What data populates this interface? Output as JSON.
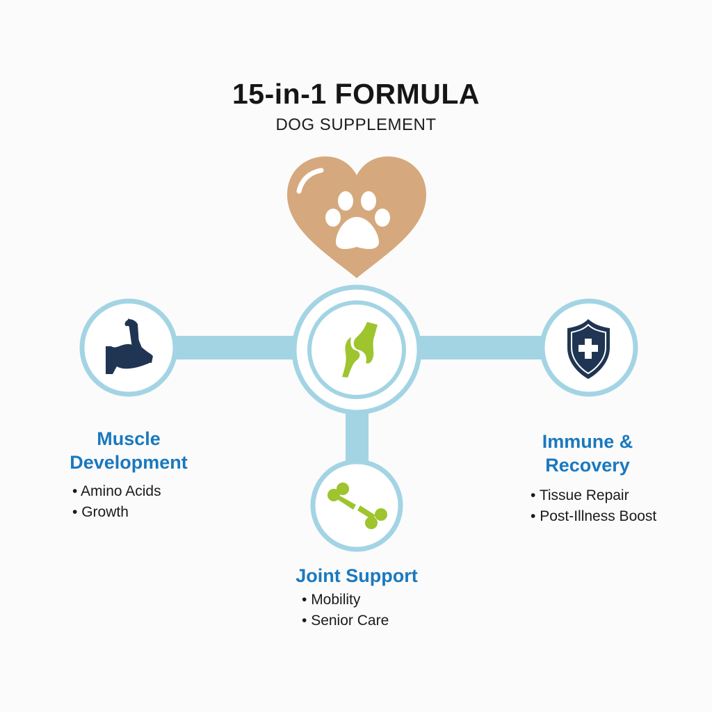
{
  "header": {
    "title": "15-in-1 FORMULA",
    "subtitle": "DOG SUPPLEMENT"
  },
  "colors": {
    "accent_blue": "#1a78bf",
    "ring": "#a3d4e4",
    "heart": "#d5a97d",
    "green": "#9ec42e",
    "navy": "#1f3553"
  },
  "center_icon": "heart-paw-icon",
  "hub_icon": "joint-icon",
  "sections": {
    "muscle": {
      "title_line1": "Muscle",
      "title_line2": "Development",
      "icon": "flexed-arm-icon",
      "bullets": [
        "Amino Acids",
        "Growth"
      ]
    },
    "immune": {
      "title_line1": "Immune &",
      "title_line2": "Recovery",
      "icon": "shield-cross-icon",
      "bullets": [
        "Tissue Repair",
        "Post-Illness Boost"
      ]
    },
    "joint": {
      "title": "Joint Support",
      "icon": "bone-icon",
      "bullets": [
        "Mobility",
        "Senior Care"
      ]
    }
  }
}
